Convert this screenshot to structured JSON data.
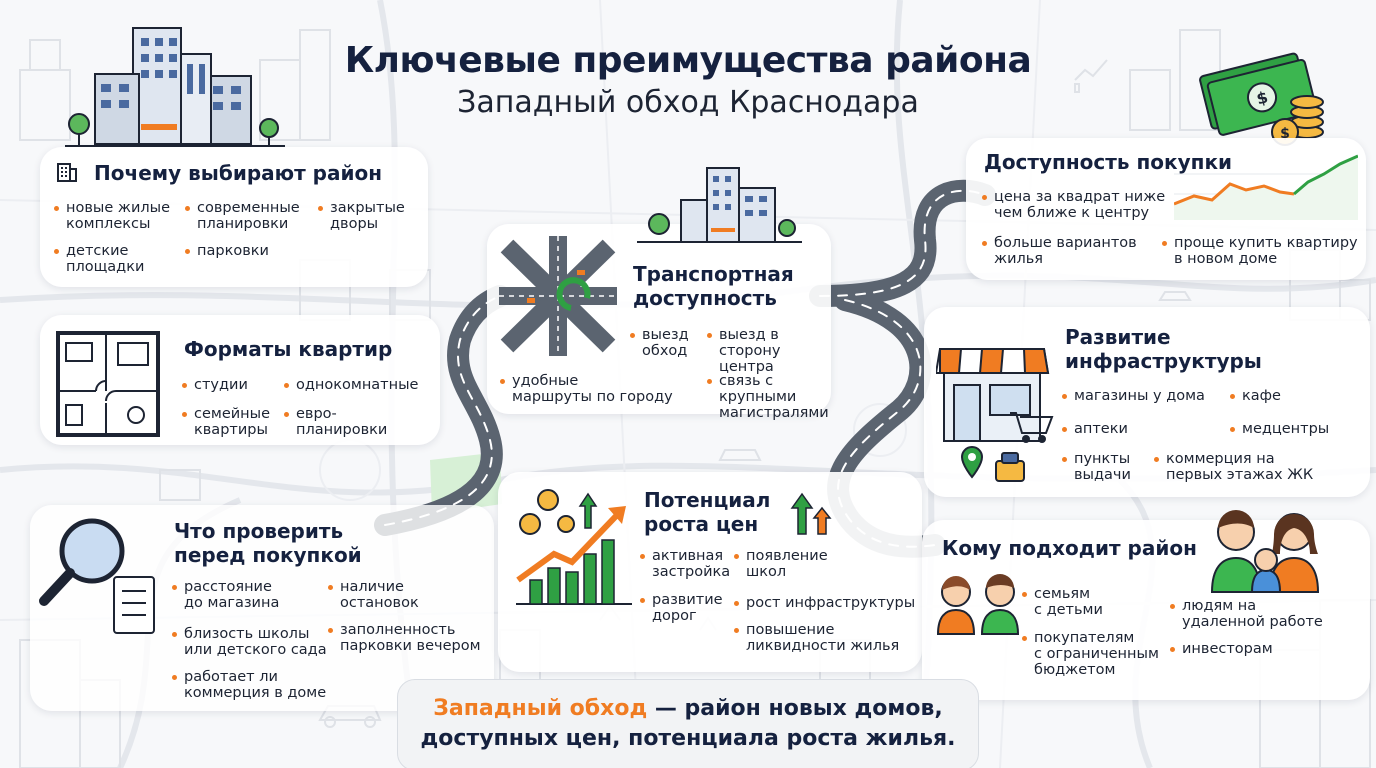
{
  "header": {
    "title": "Ключевые преимущества района",
    "subtitle": "Западный обход Краснодара"
  },
  "cards": {
    "why": {
      "title": "Почему выбирают район",
      "items": [
        [
          "новые жилые",
          "комплексы"
        ],
        [
          "современные",
          "планировки"
        ],
        [
          "закрытые",
          "дворы"
        ],
        [
          "детские",
          "площадки"
        ],
        [
          "парковки"
        ]
      ]
    },
    "formats": {
      "title": "Форматы квартир",
      "items": [
        [
          "студии"
        ],
        [
          "однокомнатные"
        ],
        [
          "семейные",
          "квартиры"
        ],
        [
          "евро-",
          "планировки"
        ]
      ]
    },
    "check": {
      "title_l1": "Что проверить",
      "title_l2": "перед покупкой",
      "items": [
        [
          "расстояние",
          "до магазина"
        ],
        [
          "наличие",
          "остановок"
        ],
        [
          "близость школы",
          "или детского сада"
        ],
        [
          "заполненность",
          "парковки вечером"
        ],
        [
          "работает ли",
          "коммерция в доме"
        ]
      ]
    },
    "transport": {
      "title_l1": "Транспортная",
      "title_l2": "доступность",
      "items": [
        [
          "выезд",
          "обход"
        ],
        [
          "выезд в сторону",
          "центра"
        ],
        [
          "удобные",
          "маршруты по городу"
        ],
        [
          "связь с крупными",
          "магистралями"
        ]
      ]
    },
    "growth": {
      "title_l1": "Потенциал",
      "title_l2": "роста цен",
      "items": [
        [
          "активная",
          "застройка"
        ],
        [
          "появление",
          "школ"
        ],
        [
          "развитие",
          "дорог"
        ],
        [
          "рост инфраструктуры"
        ],
        [
          "повышение",
          "ликвидности жилья"
        ]
      ]
    },
    "afford": {
      "title": "Доступность покупки",
      "items": [
        [
          "цена за квадрат ниже",
          "чем ближе к центру"
        ],
        [
          "больше вариантов",
          "жилья"
        ],
        [
          "проще купить квартиру",
          "в новом доме"
        ]
      ]
    },
    "infra": {
      "title_l1": "Развитие",
      "title_l2": "инфраструктуры",
      "items": [
        [
          "магазины у дома"
        ],
        [
          "кафе"
        ],
        [
          "аптеки"
        ],
        [
          "медцентры"
        ],
        [
          "пункты",
          "выдачи"
        ],
        [
          "коммерция на",
          "первых этажах ЖК"
        ]
      ]
    },
    "who": {
      "title": "Кому подходит район",
      "items": [
        [
          "семьям",
          "с детьми"
        ],
        [
          "покупателям",
          "с ограниченным",
          "бюджетом"
        ],
        [
          "людям на",
          "удаленной работе"
        ],
        [
          "инвесторам"
        ]
      ]
    }
  },
  "footer": {
    "accent": "Западный обход",
    "rest_l1": " — район новых домов,",
    "line2": "доступных цен, потенциала роста жилья."
  },
  "colors": {
    "accent": "#f07c22",
    "navy": "#15213f",
    "green": "#2fa043",
    "road": "#5b6470"
  }
}
